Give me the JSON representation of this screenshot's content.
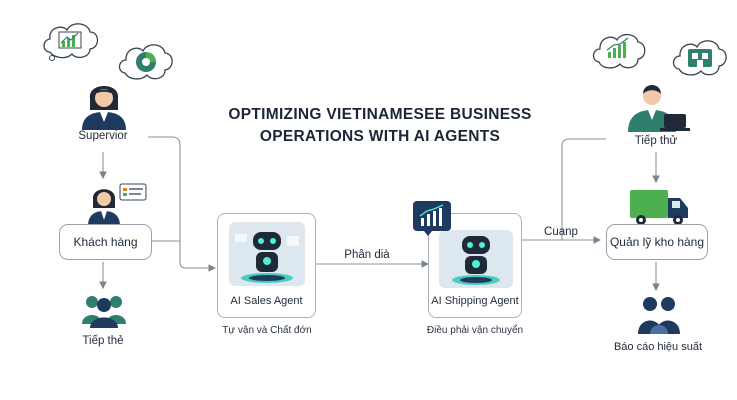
{
  "title": "OPTIMIZING VIETINAMESEE BUSINESS\nOPERATIONS WITH AI AGENTS",
  "nodes": {
    "supervisor": "Supervior",
    "customer": "Khách hàng",
    "left_bottom": "Tiếp thẻ",
    "sales_agent": "AI Sales Agent",
    "sales_caption": "Tự vận và Chất đớn",
    "shipping_agent": "AI Shipping Agent",
    "shipping_caption": "Điều phải vận chuyển",
    "right_top": "Tiếp thử",
    "warehouse": "Quản lỹ kho hàng",
    "report": "Báo cáo hiệu suất"
  },
  "edges": {
    "sales_to_shipping": "Phân dià",
    "shipping_to_warehouse": "Cuanp"
  },
  "colors": {
    "navy": "#1f3a5f",
    "teal": "#2f7f6f",
    "green": "#4caf50",
    "line": "#8a939d",
    "agent_bg": "#dde7ef"
  }
}
